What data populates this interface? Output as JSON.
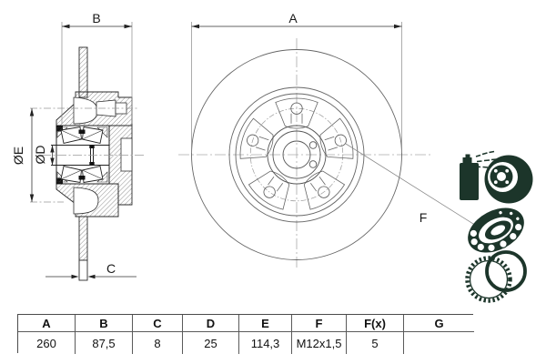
{
  "drawing": {
    "dim_a_label": "A",
    "dim_b_label": "B",
    "dim_c_label": "C",
    "dim_d_label": "ØD",
    "dim_e_label": "ØE",
    "callout_f_label": "F"
  },
  "table": {
    "headers": [
      "A",
      "B",
      "C",
      "D",
      "E",
      "F",
      "F(x)",
      "G"
    ],
    "values": [
      "260",
      "87,5",
      "8",
      "25",
      "114,3",
      "M12x1,5",
      "5",
      ""
    ]
  },
  "icons": {
    "coated_disc": "spray-coated-disc",
    "bearing": "ball-bearing",
    "abs_ring": "abs-sensor-ring"
  },
  "colors": {
    "icon": "#1c352a",
    "outline": "#2b2b2b",
    "thin": "#666666",
    "centerline": "#999999"
  }
}
